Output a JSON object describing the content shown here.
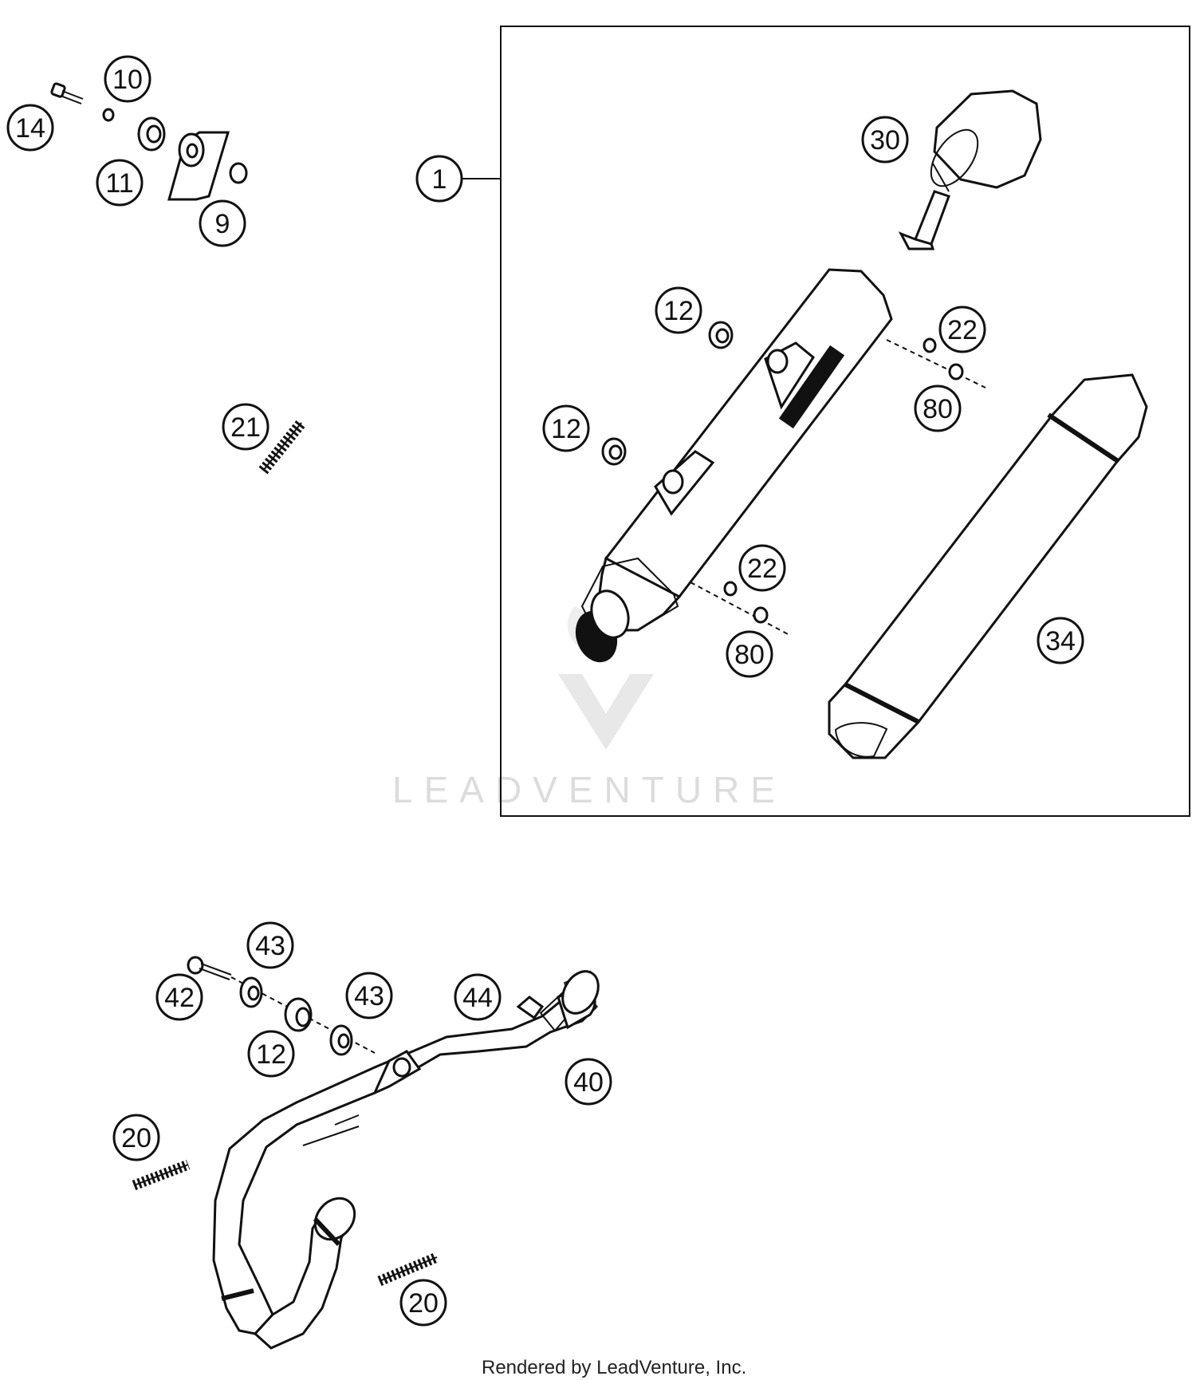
{
  "callouts": [
    {
      "id": "14",
      "label": "14"
    },
    {
      "id": "10",
      "label": "10"
    },
    {
      "id": "11",
      "label": "11"
    },
    {
      "id": "9",
      "label": "9"
    },
    {
      "id": "1",
      "label": "1"
    },
    {
      "id": "30",
      "label": "30"
    },
    {
      "id": "12a",
      "label": "12"
    },
    {
      "id": "22a",
      "label": "22"
    },
    {
      "id": "80a",
      "label": "80"
    },
    {
      "id": "12b",
      "label": "12"
    },
    {
      "id": "21",
      "label": "21"
    },
    {
      "id": "22b",
      "label": "22"
    },
    {
      "id": "80b",
      "label": "80"
    },
    {
      "id": "34",
      "label": "34"
    },
    {
      "id": "43a",
      "label": "43"
    },
    {
      "id": "42",
      "label": "42"
    },
    {
      "id": "43b",
      "label": "43"
    },
    {
      "id": "44",
      "label": "44"
    },
    {
      "id": "12c",
      "label": "12"
    },
    {
      "id": "40",
      "label": "40"
    },
    {
      "id": "20a",
      "label": "20"
    },
    {
      "id": "20b",
      "label": "20"
    }
  ],
  "watermark": "LEADVENTURE",
  "footer": "Rendered by LeadVenture, Inc."
}
